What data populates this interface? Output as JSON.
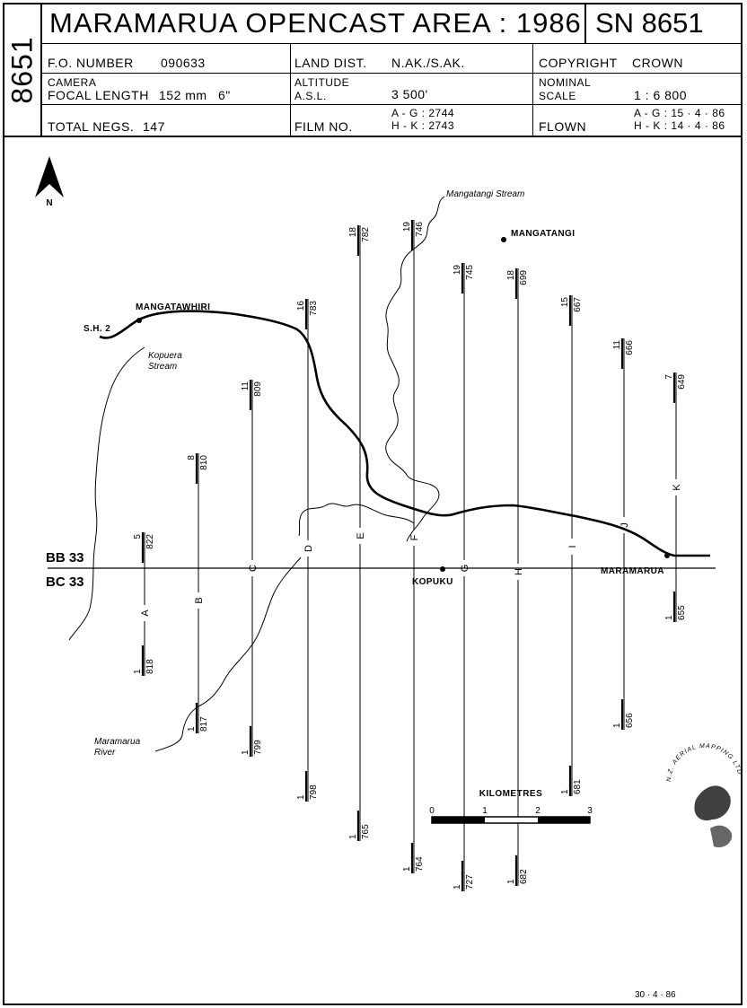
{
  "sheet_code": "8651",
  "header": {
    "title": "MARAMARUA OPENCAST AREA : 1986",
    "sn": "SN 8651",
    "fo_label": "F.O. NUMBER",
    "fo_value": "090633",
    "land_label": "LAND DIST.",
    "land_value": "N.AK./S.AK.",
    "copyright_label": "COPYRIGHT",
    "copyright_value": "CROWN",
    "camera_label": "CAMERA",
    "focal_label": "FOCAL LENGTH",
    "focal_value": "152 mm",
    "focal_inch": "6\"",
    "altitude_label": "ALTITUDE",
    "asl_label": "A.S.L.",
    "altitude_value": "3 500'",
    "nominal_label": "NOMINAL",
    "scale_label": "SCALE",
    "scale_value": "1 : 6 800",
    "negs_label": "TOTAL NEGS.",
    "negs_value": "147",
    "film_label": "FILM NO.",
    "film_ag": "A - G : 2744",
    "film_hk": "H - K : 2743",
    "flown_label": "FLOWN",
    "flown_ag": "A - G : 15 · 4 · 86",
    "flown_hk": "H - K : 14 · 4 · 86"
  },
  "map": {
    "north": "N",
    "places": {
      "mangatawhiri": "MANGATAWHIRI",
      "mangatangi": "MANGATANGI",
      "kopuku": "KOPUKU",
      "maramarua": "MARAMARUA"
    },
    "road": "S.H. 2",
    "streams": {
      "mangatangi_stream": "Mangatangi Stream",
      "kopuera_1": "Kopuera",
      "kopuera_2": "Stream",
      "maramarua_1": "Maramarua",
      "maramarua_2": "River"
    },
    "grid_bb": "BB 33",
    "grid_bc": "BC 33"
  },
  "runs": [
    {
      "run": "A",
      "top_film": "5",
      "top_photo": "822",
      "bot_film": "1",
      "bot_photo": "818"
    },
    {
      "run": "B",
      "top_film": "8",
      "top_photo": "810",
      "bot_film": "1",
      "bot_photo": "817"
    },
    {
      "run": "C",
      "top_film": "11",
      "top_photo": "809",
      "bot_film": "1",
      "bot_photo": "799"
    },
    {
      "run": "D",
      "top_film": "16",
      "top_photo": "783",
      "bot_film": "1",
      "bot_photo": "798"
    },
    {
      "run": "E",
      "top_film": "18",
      "top_photo": "782",
      "bot_film": "1",
      "bot_photo": "765"
    },
    {
      "run": "F",
      "top_film": "19",
      "top_photo": "746",
      "bot_film": "1",
      "bot_photo": "764"
    },
    {
      "run": "G",
      "top_film": "19",
      "top_photo": "745",
      "bot_film": "1",
      "bot_photo": "727"
    },
    {
      "run": "H",
      "top_film": "18",
      "top_photo": "699",
      "bot_film": "1",
      "bot_photo": "682"
    },
    {
      "run": "I",
      "top_film": "15",
      "top_photo": "667",
      "bot_film": "1",
      "bot_photo": "681"
    },
    {
      "run": "J",
      "top_film": "11",
      "top_photo": "666",
      "bot_film": "1",
      "bot_photo": "656"
    },
    {
      "run": "K",
      "top_film": "7",
      "top_photo": "649",
      "bot_film": "1",
      "bot_photo": "655"
    }
  ],
  "scale_bar": {
    "title": "KILOMETRES",
    "ticks": [
      "0",
      "1",
      "2",
      "3"
    ]
  },
  "footer": {
    "date": "30 · 4 · 86",
    "stamp_text": "N.Z. AERIAL MAPPING LTD"
  }
}
